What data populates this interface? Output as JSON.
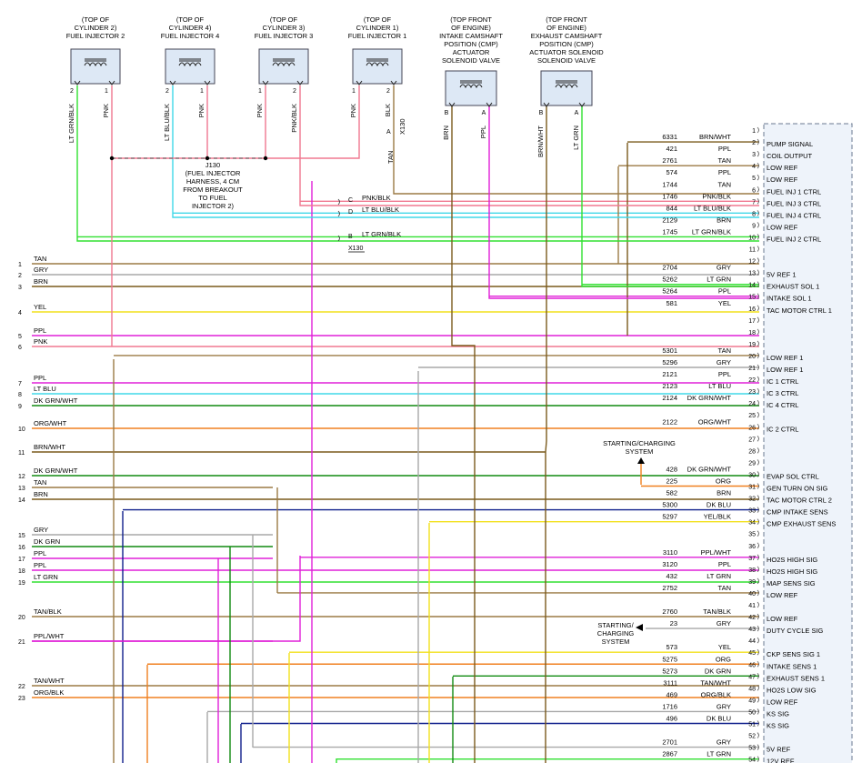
{
  "components": [
    {
      "id": "inj2",
      "caption": [
        "(TOP OF",
        "CYLINDER 2)",
        "FUEL INJECTOR 2"
      ],
      "pins": [
        "2",
        "1"
      ],
      "wires": [
        "LT GRN/BLK",
        "PNK"
      ]
    },
    {
      "id": "inj4",
      "caption": [
        "(TOP OF",
        "CYLINDER 4)",
        "FUEL INJECTOR 4"
      ],
      "pins": [
        "2",
        "1"
      ],
      "wires": [
        "LT BLU/BLK",
        "PNK"
      ]
    },
    {
      "id": "inj3",
      "caption": [
        "(TOP OF",
        "CYLINDER 3)",
        "FUEL INJECTOR 3"
      ],
      "pins": [
        "1",
        "2"
      ],
      "wires": [
        "PNK",
        "PNK/BLK"
      ]
    },
    {
      "id": "inj1",
      "caption": [
        "(TOP OF",
        "CYLINDER 1)",
        "FUEL INJECTOR 1"
      ],
      "pins": [
        "1",
        "2"
      ],
      "wires": [
        "PNK",
        "BLK"
      ]
    },
    {
      "id": "cmp_in",
      "caption": [
        "(TOP FRONT",
        "OF ENGINE)",
        "INTAKE CAMSHAFT",
        "POSITION (CMP)",
        "ACTUATOR",
        "SOLENOID VALVE"
      ],
      "pins": [
        "B",
        "A"
      ],
      "wires": [
        "BRN",
        "PPL"
      ]
    },
    {
      "id": "cmp_ex",
      "caption": [
        "(TOP FRONT",
        "OF ENGINE)",
        "EXHAUST CAMSHAFT",
        "POSITION (CMP)",
        "ACTUATOR SOLENOID",
        "SOLENOID VALVE"
      ],
      "pins": [
        "B",
        "A"
      ],
      "wires": [
        "BRN/WHT",
        "LT GRN"
      ]
    }
  ],
  "splice": {
    "name": "J130",
    "desc": [
      "(FUEL INJECTOR",
      "HARNESS, 4 CM",
      "FROM BREAKOUT",
      "TO FUEL",
      "INJECTOR 2)"
    ]
  },
  "connector_x130": {
    "name": "X130",
    "pins": [
      {
        "pin": "C",
        "wire": "PNK/BLK"
      },
      {
        "pin": "D",
        "wire": "LT BLU/BLK"
      },
      {
        "pin": "B",
        "wire": "LT GRN/BLK"
      },
      {
        "pin": "A",
        "wire": "TAN"
      }
    ]
  },
  "left_wires": [
    {
      "n": "1",
      "color": "TAN"
    },
    {
      "n": "2",
      "color": "GRY"
    },
    {
      "n": "3",
      "color": "BRN"
    },
    {
      "n": "4",
      "color": "YEL"
    },
    {
      "n": "5",
      "color": "PPL"
    },
    {
      "n": "6",
      "color": "PNK"
    },
    {
      "n": "7",
      "color": "PPL"
    },
    {
      "n": "8",
      "color": "LT BLU"
    },
    {
      "n": "9",
      "color": "DK GRN/WHT"
    },
    {
      "n": "10",
      "color": "ORG/WHT"
    },
    {
      "n": "11",
      "color": "BRN/WHT"
    },
    {
      "n": "12",
      "color": "DK GRN/WHT"
    },
    {
      "n": "13",
      "color": "TAN"
    },
    {
      "n": "14",
      "color": "BRN"
    },
    {
      "n": "15",
      "color": "GRY"
    },
    {
      "n": "16",
      "color": "DK GRN"
    },
    {
      "n": "17",
      "color": "PPL"
    },
    {
      "n": "18",
      "color": "PPL"
    },
    {
      "n": "19",
      "color": "LT GRN"
    },
    {
      "n": "20",
      "color": "TAN/BLK"
    },
    {
      "n": "21",
      "color": "PPL/WHT"
    },
    {
      "n": "22",
      "color": "TAN/WHT"
    },
    {
      "n": "23",
      "color": "ORG/BLK"
    }
  ],
  "ecm_pins": [
    {
      "pin": "1",
      "circuit": "",
      "color": "",
      "function": ""
    },
    {
      "pin": "2",
      "circuit": "6331",
      "color": "BRN/WHT",
      "function": "PUMP SIGNAL"
    },
    {
      "pin": "3",
      "circuit": "421",
      "color": "PPL",
      "function": "COIL OUTPUT"
    },
    {
      "pin": "4",
      "circuit": "2761",
      "color": "TAN",
      "function": "LOW REF"
    },
    {
      "pin": "5",
      "circuit": "574",
      "color": "PPL",
      "function": "LOW REF"
    },
    {
      "pin": "6",
      "circuit": "1744",
      "color": "TAN",
      "function": "FUEL INJ 1 CTRL"
    },
    {
      "pin": "7",
      "circuit": "1746",
      "color": "PNK/BLK",
      "function": "FUEL INJ 3 CTRL"
    },
    {
      "pin": "8",
      "circuit": "844",
      "color": "LT BLU/BLK",
      "function": "FUEL INJ 4 CTRL"
    },
    {
      "pin": "9",
      "circuit": "2129",
      "color": "BRN",
      "function": "LOW REF"
    },
    {
      "pin": "10",
      "circuit": "1745",
      "color": "LT GRN/BLK",
      "function": "FUEL INJ 2 CTRL"
    },
    {
      "pin": "11",
      "circuit": "",
      "color": "",
      "function": ""
    },
    {
      "pin": "12",
      "circuit": "",
      "color": "",
      "function": ""
    },
    {
      "pin": "13",
      "circuit": "2704",
      "color": "GRY",
      "function": "5V REF 1"
    },
    {
      "pin": "14",
      "circuit": "5262",
      "color": "LT GRN",
      "function": "EXHAUST SOL 1"
    },
    {
      "pin": "15",
      "circuit": "5264",
      "color": "PPL",
      "function": "INTAKE SOL 1"
    },
    {
      "pin": "16",
      "circuit": "581",
      "color": "YEL",
      "function": "TAC MOTOR CTRL 1"
    },
    {
      "pin": "17",
      "circuit": "",
      "color": "",
      "function": ""
    },
    {
      "pin": "18",
      "circuit": "",
      "color": "",
      "function": ""
    },
    {
      "pin": "19",
      "circuit": "",
      "color": "",
      "function": ""
    },
    {
      "pin": "20",
      "circuit": "5301",
      "color": "TAN",
      "function": "LOW REF 1"
    },
    {
      "pin": "21",
      "circuit": "5296",
      "color": "GRY",
      "function": "LOW REF 1"
    },
    {
      "pin": "22",
      "circuit": "2121",
      "color": "PPL",
      "function": "IC 1 CTRL"
    },
    {
      "pin": "23",
      "circuit": "2123",
      "color": "LT BLU",
      "function": "IC 3 CTRL"
    },
    {
      "pin": "24",
      "circuit": "2124",
      "color": "DK GRN/WHT",
      "function": "IC 4 CTRL"
    },
    {
      "pin": "25",
      "circuit": "",
      "color": "",
      "function": ""
    },
    {
      "pin": "26",
      "circuit": "2122",
      "color": "ORG/WHT",
      "function": "IC 2 CTRL"
    },
    {
      "pin": "27",
      "circuit": "",
      "color": "",
      "function": ""
    },
    {
      "pin": "28",
      "circuit": "",
      "color": "",
      "function": ""
    },
    {
      "pin": "29",
      "circuit": "",
      "color": "",
      "function": ""
    },
    {
      "pin": "30",
      "circuit": "428",
      "color": "DK GRN/WHT",
      "function": "EVAP SOL CTRL"
    },
    {
      "pin": "31",
      "circuit": "225",
      "color": "ORG",
      "function": "GEN TURN ON SIG"
    },
    {
      "pin": "32",
      "circuit": "582",
      "color": "BRN",
      "function": "TAC MOTOR CTRL 2"
    },
    {
      "pin": "33",
      "circuit": "5300",
      "color": "DK BLU",
      "function": "CMP INTAKE SENS"
    },
    {
      "pin": "34",
      "circuit": "5297",
      "color": "YEL/BLK",
      "function": "CMP EXHAUST SENS"
    },
    {
      "pin": "35",
      "circuit": "",
      "color": "",
      "function": ""
    },
    {
      "pin": "36",
      "circuit": "",
      "color": "",
      "function": ""
    },
    {
      "pin": "37",
      "circuit": "3110",
      "color": "PPL/WHT",
      "function": "HO2S HIGH SIG"
    },
    {
      "pin": "38",
      "circuit": "3120",
      "color": "PPL",
      "function": "HO2S HIGH SIG"
    },
    {
      "pin": "39",
      "circuit": "432",
      "color": "LT GRN",
      "function": "MAP SENS SIG"
    },
    {
      "pin": "40",
      "circuit": "2752",
      "color": "TAN",
      "function": "LOW REF"
    },
    {
      "pin": "41",
      "circuit": "",
      "color": "",
      "function": ""
    },
    {
      "pin": "42",
      "circuit": "2760",
      "color": "TAN/BLK",
      "function": "LOW REF"
    },
    {
      "pin": "43",
      "circuit": "23",
      "color": "GRY",
      "function": "DUTY CYCLE SIG"
    },
    {
      "pin": "44",
      "circuit": "",
      "color": "",
      "function": ""
    },
    {
      "pin": "45",
      "circuit": "573",
      "color": "YEL",
      "function": "CKP SENS SIG 1"
    },
    {
      "pin": "46",
      "circuit": "5275",
      "color": "ORG",
      "function": "INTAKE SENS 1"
    },
    {
      "pin": "47",
      "circuit": "5273",
      "color": "DK GRN",
      "function": "EXHAUST SENS 1"
    },
    {
      "pin": "48",
      "circuit": "3111",
      "color": "TAN/WHT",
      "function": "HO2S LOW SIG"
    },
    {
      "pin": "49",
      "circuit": "469",
      "color": "ORG/BLK",
      "function": "LOW REF"
    },
    {
      "pin": "50",
      "circuit": "1716",
      "color": "GRY",
      "function": "KS SIG"
    },
    {
      "pin": "51",
      "circuit": "496",
      "color": "DK BLU",
      "function": "KS SIG"
    },
    {
      "pin": "52",
      "circuit": "",
      "color": "",
      "function": ""
    },
    {
      "pin": "53",
      "circuit": "2701",
      "color": "GRY",
      "function": "5V REF"
    },
    {
      "pin": "54",
      "circuit": "2867",
      "color": "LT GRN",
      "function": "12V REF"
    }
  ],
  "starting_label_1": [
    "STARTING/CHARGING",
    "SYSTEM"
  ],
  "starting_label_2": [
    "STARTING/",
    "CHARGING",
    "SYSTEM"
  ],
  "wire_colors": {
    "TAN": "#9b7a45",
    "GRY": "#a8a8a8",
    "BRN": "#7a5a1c",
    "YEL": "#f2e01c",
    "PPL": "#e020d8",
    "PNK": "#f07890",
    "LT BLU": "#40d8e8",
    "DK GRN": "#108a10",
    "ORG": "#f08020",
    "LT GRN": "#30e030",
    "DK BLU": "#10208c",
    "BLK": "#222222"
  }
}
